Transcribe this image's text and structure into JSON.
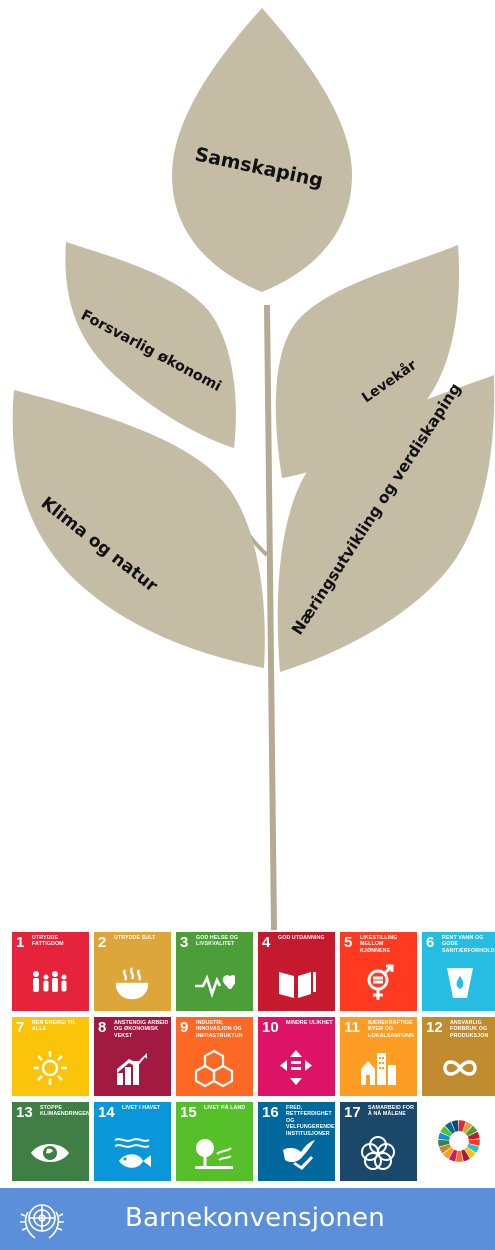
{
  "leaves": {
    "top": "Samskaping",
    "left_upper": "Forsvarlig økonomi",
    "right_upper": "Levekår",
    "left_lower": "Klima og natur",
    "right_lower": "Næringsutvikling og verdiskaping"
  },
  "colors": {
    "leaf": "#c5bca6",
    "stem": "#b5ab93",
    "banner": "#5b8fd9"
  },
  "sdgs": [
    {
      "num": "1",
      "title": "UTRYDDE FATTIGDOM",
      "color": "#e5243b",
      "icon": "family-icon"
    },
    {
      "num": "2",
      "title": "UTRYDDE SULT",
      "color": "#dda63a",
      "icon": "bowl-icon"
    },
    {
      "num": "3",
      "title": "GOD HELSE OG LIVSKVALITET",
      "color": "#4c9f38",
      "icon": "heartbeat-icon"
    },
    {
      "num": "4",
      "title": "GOD UTDANNING",
      "color": "#c5192d",
      "icon": "book-icon"
    },
    {
      "num": "5",
      "title": "LIKESTILLING MELLOM KJØNNENE",
      "color": "#ff3a21",
      "icon": "gender-icon"
    },
    {
      "num": "6",
      "title": "RENT VANN OG GODE SANITÆRFORHOLD",
      "color": "#26bde2",
      "icon": "water-icon"
    },
    {
      "num": "7",
      "title": "REN ENERGI TIL ALLE",
      "color": "#fcc30b",
      "icon": "sun-icon"
    },
    {
      "num": "8",
      "title": "ANSTENDIG ARBEID OG ØKONOMISK VEKST",
      "color": "#a21942",
      "icon": "growth-chart-icon"
    },
    {
      "num": "9",
      "title": "INDUSTRI, INNOVASJON OG INFRASTRUKTUR",
      "color": "#fd6925",
      "icon": "cubes-icon"
    },
    {
      "num": "10",
      "title": "MINDRE ULIKHET",
      "color": "#dd1367",
      "icon": "equality-icon"
    },
    {
      "num": "11",
      "title": "BÆREKRAFTIGE BYER OG LOKALSAMFUNN",
      "color": "#fd9d24",
      "icon": "city-icon"
    },
    {
      "num": "12",
      "title": "ANSVARLIG FORBRUK OG PRODUKSJON",
      "color": "#bf8b2e",
      "icon": "infinity-icon"
    },
    {
      "num": "13",
      "title": "STOPPE KLIMAENDRINGENE",
      "color": "#3f7e44",
      "icon": "eye-icon"
    },
    {
      "num": "14",
      "title": "LIVET I HAVET",
      "color": "#0a97d9",
      "icon": "fish-icon"
    },
    {
      "num": "15",
      "title": "LIVET PÅ LAND",
      "color": "#56c02b",
      "icon": "tree-icon"
    },
    {
      "num": "16",
      "title": "FRED, RETTFERDIGHET OG VELFUNGERENDE INSTITUSJONER",
      "color": "#00689d",
      "icon": "dove-icon"
    },
    {
      "num": "17",
      "title": "SAMARBEID FOR Å NÅ MÅLENE",
      "color": "#19486a",
      "icon": "rings-icon"
    },
    {
      "num": "",
      "title": "",
      "color": "#ffffff",
      "icon": "sdg-wheel-icon"
    }
  ],
  "banner": {
    "label": "Barnekonvensjonen",
    "logo": "un-emblem-icon"
  }
}
